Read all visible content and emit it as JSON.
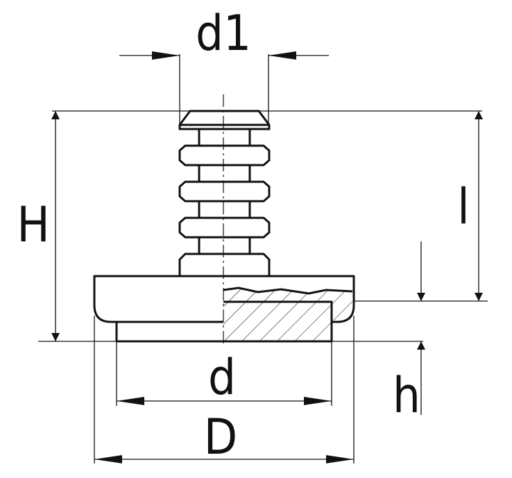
{
  "labels": {
    "d1": "d1",
    "H": "H",
    "l": "l",
    "h": "h",
    "d": "d",
    "D": "D"
  }
}
